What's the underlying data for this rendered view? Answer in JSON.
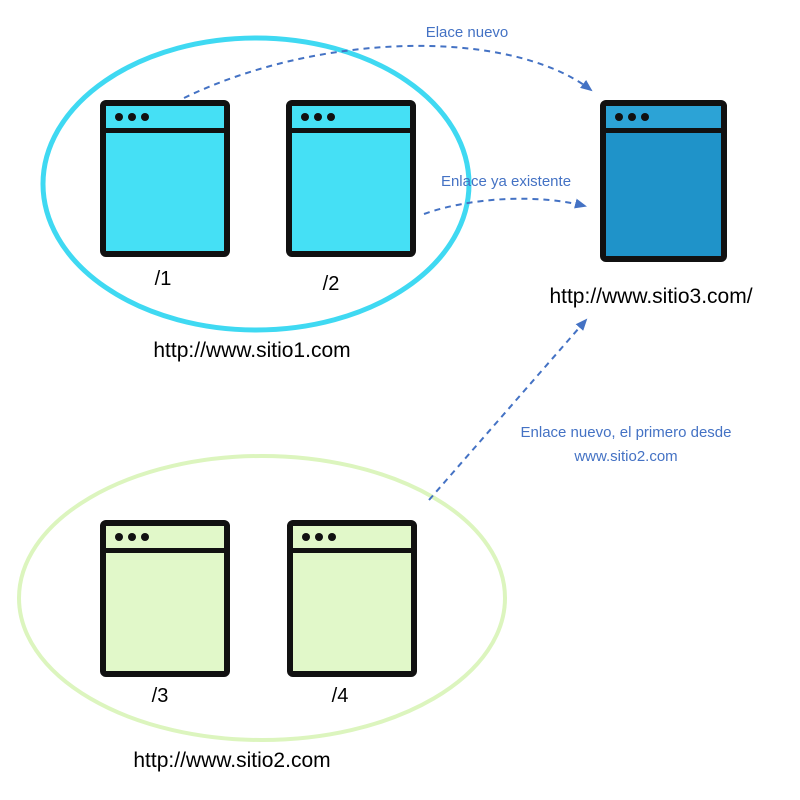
{
  "site1": {
    "url": "http://www.sitio1.com",
    "pages": [
      "/1",
      "/2"
    ]
  },
  "site2": {
    "url": "http://www.sitio2.com",
    "pages": [
      "/3",
      "/4"
    ]
  },
  "site3": {
    "url": "http://www.sitio3.com/"
  },
  "labels": {
    "new_link_top": "Elace nuevo",
    "existing_link": "Enlace ya existente",
    "new_link_bottom_line1": "Enlace nuevo, el primero desde",
    "new_link_bottom_line2": "www.sitio2.com"
  },
  "colors": {
    "site1_fill": "#45E0F5",
    "site1_ellipse": "#3FD9F2",
    "site2_fill": "#E1F8C9",
    "site2_ellipse": "#DCF5BE",
    "site3_fill": "#1F93C9",
    "site3_titlebar": "#2CA3D6",
    "arrow": "#4472C4",
    "window_border": "#111111"
  }
}
